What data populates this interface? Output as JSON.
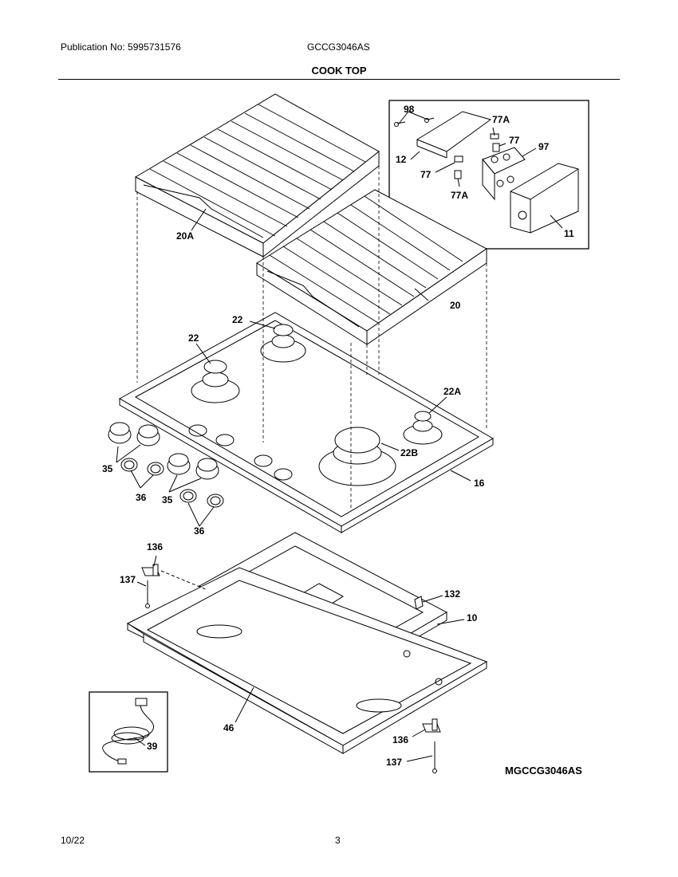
{
  "header": {
    "publication": "Publication No: 5995731576",
    "model": "GCCG3046AS",
    "section_title": "COOK TOP"
  },
  "footer": {
    "date": "10/22",
    "page": "3"
  },
  "diagram": {
    "code": "MGCCG3046AS",
    "callouts": {
      "p98": "98",
      "p77A_top": "77A",
      "p77_top": "77",
      "p97": "97",
      "p12": "12",
      "p77_low": "77",
      "p77A_low": "77A",
      "p11": "11",
      "p20A": "20A",
      "p20": "20",
      "p22_a": "22",
      "p22_b": "22",
      "p22A": "22A",
      "p22B": "22B",
      "p16": "16",
      "p35_a": "35",
      "p35_b": "35",
      "p36_a": "36",
      "p36_b": "36",
      "p136_a": "136",
      "p137_a": "137",
      "p132": "132",
      "p10": "10",
      "p46": "46",
      "p39": "39",
      "p136_b": "136",
      "p137_b": "137"
    }
  }
}
